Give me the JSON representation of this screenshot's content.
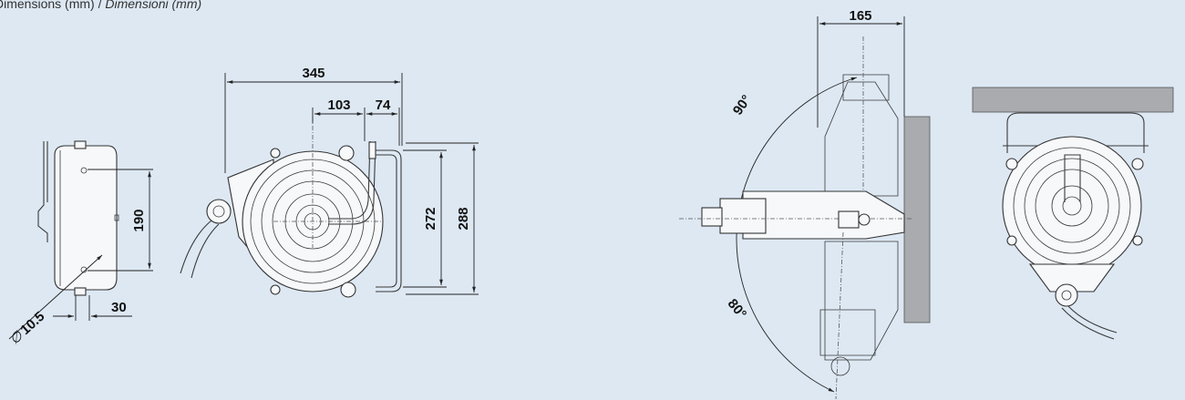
{
  "caption": {
    "label": "Dimensions (mm) / ",
    "label_italic": "Dimensioni (mm)"
  },
  "dimensions": {
    "width_total": "345",
    "hub_offset": "103",
    "arm_offset": "74",
    "height_inner": "272",
    "height_total": "288",
    "mount_height": "190",
    "mount_depth": "30",
    "hole_diameter": "10.5",
    "hole_diameter_symbol": "∅",
    "swivel_width": "165",
    "swivel_angle_up": "90°",
    "swivel_angle_down": "80°"
  }
}
